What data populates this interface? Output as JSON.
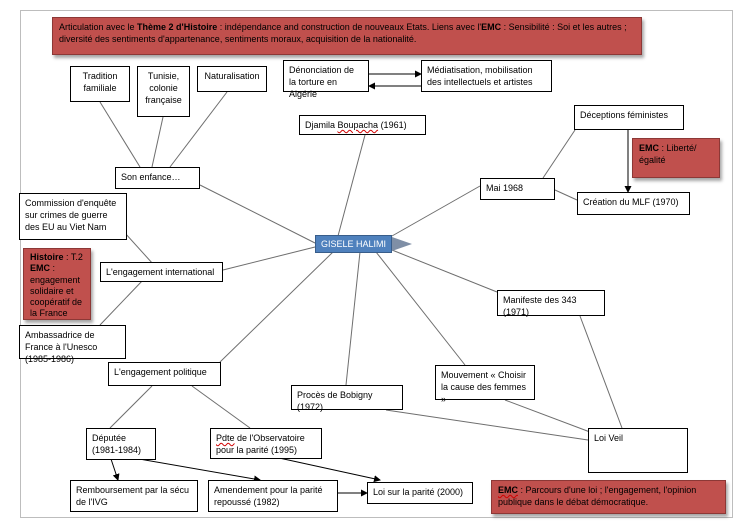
{
  "header": {
    "prefix": "Articulation avec le ",
    "theme_bold": "Thème 2 d'Histoire",
    "text1": " : indépendance and construction de nouveaux Etats. Liens avec l'",
    "emc_bold": "EMC",
    "text2": " : Sensibilité : Soi et les autres ; diversité des sentiments d'appartenance, sentiments moraux, acquisition de la nationalité."
  },
  "center": "GISELE HALIMI",
  "nodes": {
    "tradition": "Tradition familiale",
    "tunisie": "Tunisie, colonie française",
    "naturalisation": "Naturalisation",
    "enfance": "Son enfance…",
    "denonciation": "Dénonciation de la torture en Algérie",
    "mediatisation": "Médiatisation, mobilisation des intellectuels et artistes",
    "boupacha_name": "Djamila ",
    "boupacha_surname": "Boupacha",
    "boupacha_year": " (1961)",
    "deceptions": "Déceptions féministes",
    "mai68": "Mai 1968",
    "mlf": "Création du MLF (1970)",
    "commission": "Commission d'enquête sur crimes de guerre des EU au Viet Nam",
    "international": "L'engagement international",
    "ambassadrice": "Ambassadrice de France à l'Unesco (1985-1986)",
    "manifeste": "Manifeste des 343 (1971)",
    "politique": "L'engagement politique",
    "mouvement": "Mouvement « Choisir la cause des femmes »",
    "bobigny": "Procès de Bobigny (1972)",
    "deputee": "Députée (1981-1984)",
    "observatoire_a": "Pdte",
    "observatoire_b": " de l'Observatoire pour la parité (1995)",
    "veil": "Loi Veil",
    "remboursement": "Remboursement par la sécu de l'IVG",
    "amendement": "Amendement pour la parité repoussé (1982)",
    "loi_parite": "Loi sur la parité (2000)"
  },
  "notes": {
    "emc_liberte_bold": "EMC",
    "emc_liberte": " : Liberté/égalité",
    "histoire_bold": "Histoire",
    "histoire_text": " : T.2",
    "emc2_bold": "EMC",
    "emc2_text": " : engagement solidaire et coopératif de la France",
    "emc3_bold": "EMC",
    "emc3_text": " : Parcours d'une loi ; l'engagement, l'opinion publique dans le débat démocratique."
  },
  "colors": {
    "note_red": "#c0504d",
    "center_blue": "#4f81bd"
  }
}
